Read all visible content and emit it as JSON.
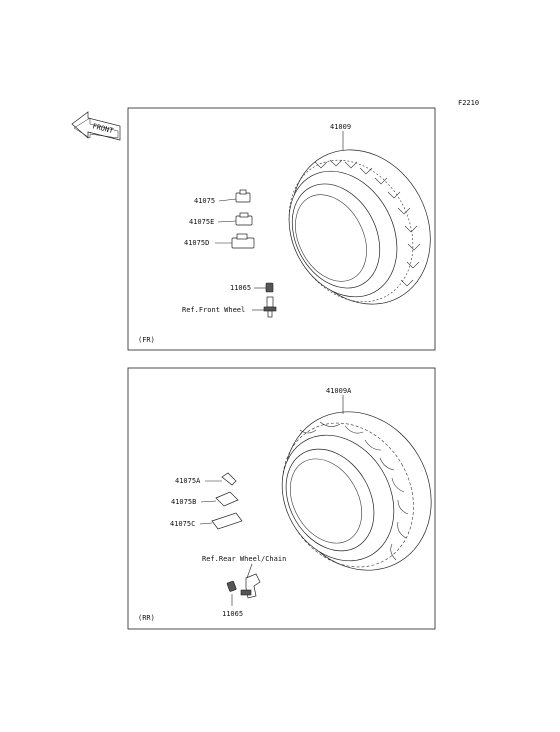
{
  "page_code": "F2210",
  "front_arrow_label": "FRONT",
  "front_panel": {
    "section_label": "(FR)",
    "labels": {
      "tire": "41009",
      "weight_a": "41075",
      "weight_b": "41075E",
      "weight_c": "41075D",
      "valve_core": "11065",
      "ref_wheel": "Ref.Front Wheel"
    }
  },
  "rear_panel": {
    "section_label": "(RR)",
    "labels": {
      "tire": "41009A",
      "weight_a": "41075A",
      "weight_b": "41075B",
      "weight_c": "41075C",
      "ref_wheel": "Ref.Rear Wheel/Chain",
      "valve_core": "11065"
    }
  },
  "colors": {
    "line": "#222222",
    "background": "#ffffff"
  }
}
